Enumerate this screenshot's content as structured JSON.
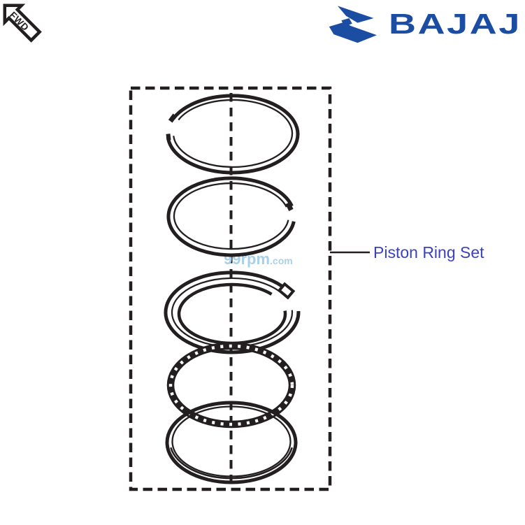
{
  "page": {
    "background": "#ffffff"
  },
  "header": {
    "fwd_badge": {
      "label": "FWD",
      "ink": "#231f20"
    },
    "brand": {
      "name": "BAJAJ",
      "color": "#1b4da2"
    }
  },
  "diagram": {
    "watermark": {
      "main": "99rpm",
      "suffix": ".com",
      "color": "#a8d1e7"
    },
    "callout": {
      "label": "Piston Ring Set",
      "color": "#3b41c1"
    },
    "line_color": "#231f20",
    "rings": [
      {
        "id": "ring-1",
        "style": "open ring, gap at left"
      },
      {
        "id": "ring-2",
        "style": "open ring, gap at right"
      },
      {
        "id": "ring-3",
        "style": "open band ring with latch tab, gap at right"
      },
      {
        "id": "ring-4",
        "style": "serrated oil ring"
      },
      {
        "id": "ring-5",
        "style": "closed ring"
      }
    ]
  }
}
